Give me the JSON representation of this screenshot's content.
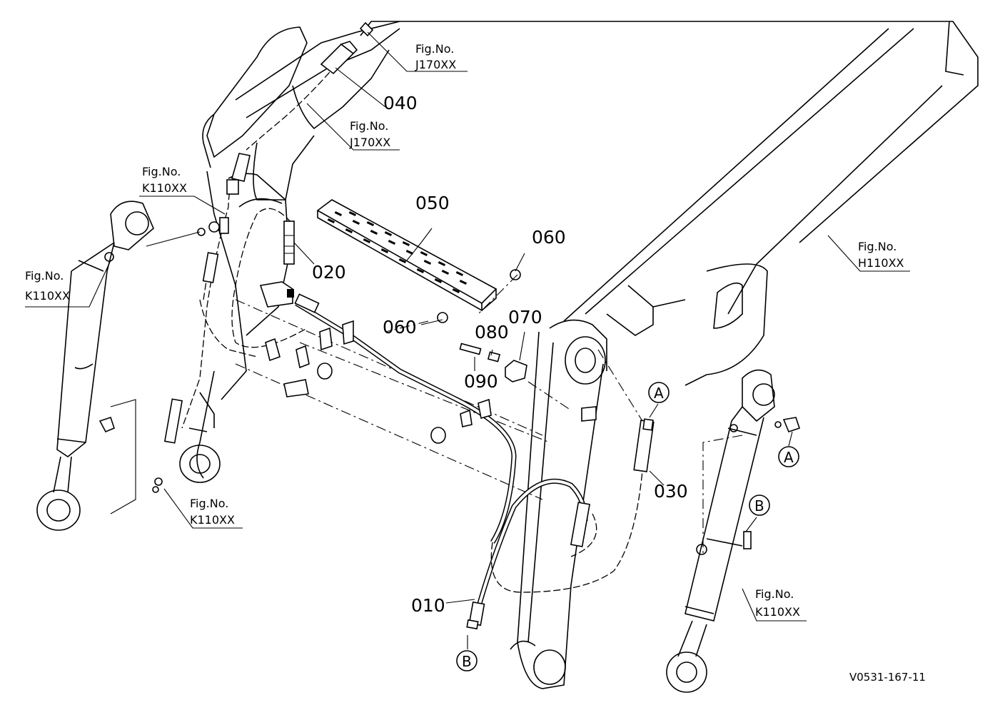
{
  "parts": {
    "p010": "010",
    "p020": "020",
    "p030": "030",
    "p040": "040",
    "p050": "050",
    "p060a": "060",
    "p060b": "060",
    "p070": "070",
    "p080": "080",
    "p090": "090"
  },
  "refs": {
    "fig_label": "Fig.No.",
    "j170_top": "J170XX",
    "j170_mid": "J170XX",
    "k110_left_upper": "K110XX",
    "k110_left": "K110XX",
    "k110_lower": "K110XX",
    "k110_right": "K110XX",
    "h110": "H110XX"
  },
  "connectors": {
    "a_top": "A",
    "a_right": "A",
    "b_right": "B",
    "b_bottom": "B"
  },
  "drawing_code": "V0531-167-11"
}
